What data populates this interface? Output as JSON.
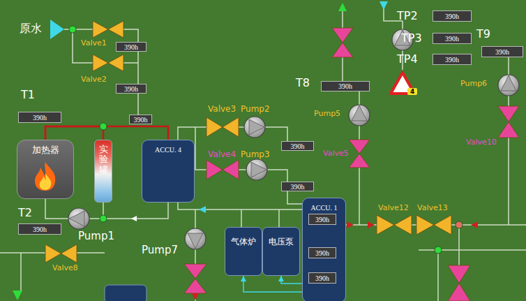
{
  "diagram": {
    "nodes": [
      {
        "text": [
          "390h"
        ]
      },
      {
        "text": [
          "390h"
        ]
      },
      {
        "text": [
          "390h"
        ]
      },
      {
        "text": [
          "390h"
        ]
      },
      {
        "text": [
          "390h"
        ]
      },
      {
        "text": [
          "390h"
        ]
      },
      {
        "text": [
          "390h"
        ]
      },
      {
        "text": [
          "390h"
        ]
      },
      {
        "text": [
          "390h"
        ]
      },
      {
        "text": [
          "加热器"
        ]
      },
      {
        "text": [
          "实验罐"
        ]
      },
      {
        "text": [
          "ACCU. 4"
        ]
      },
      {
        "text": [
          "390h"
        ]
      },
      {
        "text": [
          "390h"
        ]
      },
      {
        "text": [
          "ACCU. 1"
        ]
      },
      {
        "text": [
          "390h"
        ],
        "in": 14
      },
      {
        "text": [
          "390h"
        ],
        "in": 14
      },
      {
        "text": [
          "390h"
        ],
        "in": 14
      },
      {
        "text": [
          "气体炉"
        ]
      },
      {
        "text": [
          "电压泵"
        ]
      },
      {
        "text": [
          "390h"
        ]
      }
    ],
    "edges": [
      {
        "from": 9,
        "to": 11,
        "arrow": "none"
      },
      {
        "from": 9,
        "to": 10,
        "arrow": "none"
      },
      {
        "from": 11,
        "to": 9,
        "arrow": "none"
      },
      {
        "from": 14,
        "to": 18,
        "arrow": "to"
      },
      {
        "from": 14,
        "to": 19,
        "arrow": "to"
      }
    ],
    "labels": [
      "原水",
      "Valve1",
      "Valve2",
      "T1",
      "T2",
      "Pump1",
      "Valve8",
      "Pump7",
      "Valve3",
      "Pump2",
      "Valve4",
      "Pump3",
      "T8",
      "Pump5",
      "Valve5",
      "TP2",
      "TP3",
      "TP4",
      "T9",
      "Pump6",
      "Valve10",
      "Valve12",
      "Valve13",
      "4"
    ]
  }
}
